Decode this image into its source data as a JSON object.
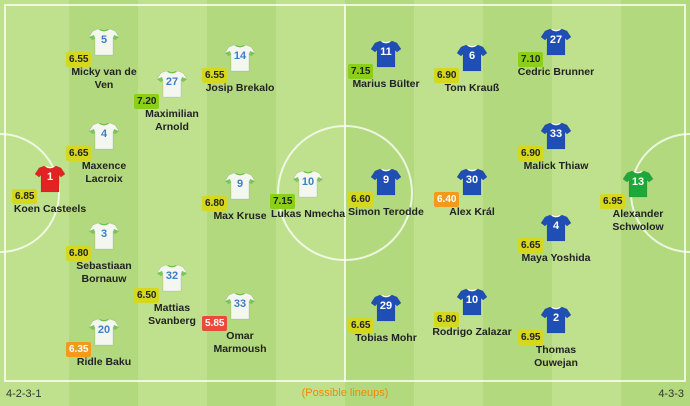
{
  "home": {
    "formation": "4-2-3-1",
    "players": [
      {
        "name": "Koen Casteels",
        "number": "1",
        "rating": "6.85",
        "kit": "gk-red",
        "rating_color": "#d6d820"
      },
      {
        "name": "Micky van de Ven",
        "number": "5",
        "rating": "6.55",
        "kit": "home",
        "rating_color": "#d6d820"
      },
      {
        "name": "Maxence Lacroix",
        "number": "4",
        "rating": "6.65",
        "kit": "home",
        "rating_color": "#d6d820"
      },
      {
        "name": "Sebastiaan Bornauw",
        "number": "3",
        "rating": "6.80",
        "kit": "home",
        "rating_color": "#d6d820"
      },
      {
        "name": "Ridle Baku",
        "number": "20",
        "rating": "6.35",
        "kit": "home",
        "rating_color": "#f29a1c"
      },
      {
        "name": "Maximilian Arnold",
        "number": "27",
        "rating": "7.20",
        "kit": "home",
        "rating_color": "#8bd018"
      },
      {
        "name": "Mattias Svanberg",
        "number": "32",
        "rating": "6.50",
        "kit": "home",
        "rating_color": "#d6d820"
      },
      {
        "name": "Josip Brekalo",
        "number": "14",
        "rating": "6.55",
        "kit": "home",
        "rating_color": "#d6d820"
      },
      {
        "name": "Max Kruse",
        "number": "9",
        "rating": "6.80",
        "kit": "home",
        "rating_color": "#d6d820"
      },
      {
        "name": "Omar Marmoush",
        "number": "33",
        "rating": "5.85",
        "kit": "home",
        "rating_color": "#ea4a3c"
      },
      {
        "name": "Lukas Nmecha",
        "number": "10",
        "rating": "7.15",
        "kit": "home",
        "rating_color": "#8bd018"
      }
    ]
  },
  "away": {
    "formation": "4-3-3",
    "players": [
      {
        "name": "Alexander Schwolow",
        "number": "13",
        "rating": "6.95",
        "kit": "gk-green",
        "rating_color": "#d6d820"
      },
      {
        "name": "Cedric Brunner",
        "number": "27",
        "rating": "7.10",
        "kit": "away",
        "rating_color": "#8bd018"
      },
      {
        "name": "Malick Thiaw",
        "number": "33",
        "rating": "6.90",
        "kit": "away",
        "rating_color": "#d6d820"
      },
      {
        "name": "Maya Yoshida",
        "number": "4",
        "rating": "6.65",
        "kit": "away",
        "rating_color": "#d6d820"
      },
      {
        "name": "Thomas Ouwejan",
        "number": "2",
        "rating": "6.95",
        "kit": "away",
        "rating_color": "#d6d820"
      },
      {
        "name": "Tom Krauß",
        "number": "6",
        "rating": "6.90",
        "kit": "away",
        "rating_color": "#d6d820"
      },
      {
        "name": "Alex Král",
        "number": "30",
        "rating": "6.40",
        "kit": "away",
        "rating_color": "#f29a1c"
      },
      {
        "name": "Rodrigo Zalazar",
        "number": "10",
        "rating": "6.80",
        "kit": "away",
        "rating_color": "#d6d820"
      },
      {
        "name": "Marius Bülter",
        "number": "11",
        "rating": "7.15",
        "kit": "away",
        "rating_color": "#8bd018"
      },
      {
        "name": "Simon Terodde",
        "number": "9",
        "rating": "6.60",
        "kit": "away",
        "rating_color": "#d6d820"
      },
      {
        "name": "Tobias Mohr",
        "number": "29",
        "rating": "6.65",
        "kit": "away",
        "rating_color": "#d6d820"
      }
    ]
  },
  "footer": {
    "possible_lineups": "(Possible lineups)"
  },
  "colors": {
    "home_kit": "#f4f7ef",
    "home_kit_trim": "#6cc04a",
    "away_kit": "#1f4fb5",
    "away_kit_trim": "#ffffff",
    "gk_home": "#e32222",
    "gk_away": "#1fa83a",
    "accent_link": "#f08a00"
  }
}
